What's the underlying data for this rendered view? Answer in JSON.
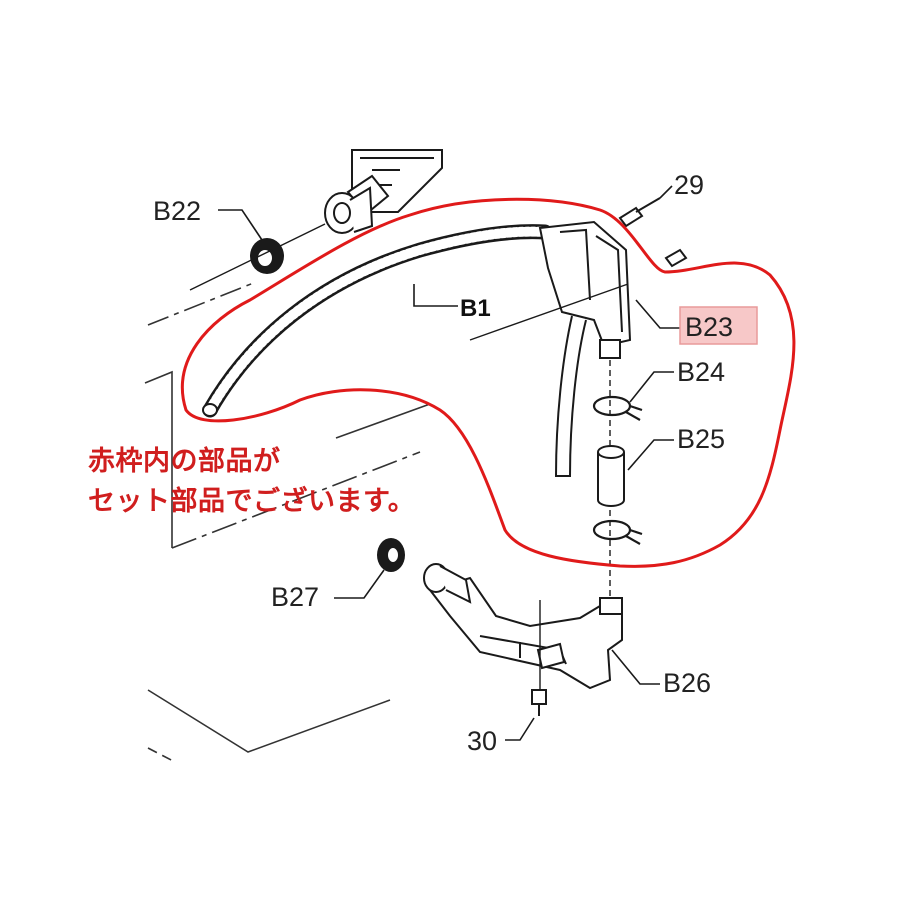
{
  "labels": {
    "b1": "B1",
    "b22": "B22",
    "b23": "B23",
    "b24": "B24",
    "b25": "B25",
    "b26": "B26",
    "b27": "B27",
    "p29": "29",
    "p30": "30"
  },
  "note": {
    "line1": "赤枠内の部品が",
    "line2": "セット部品でございます。"
  },
  "colors": {
    "outline": "#e01a1a",
    "note_text": "#d01e1e",
    "highlight_fill": "#f7c8c8",
    "highlight_border": "#e89a9a",
    "line_art": "#1a1a1a"
  }
}
